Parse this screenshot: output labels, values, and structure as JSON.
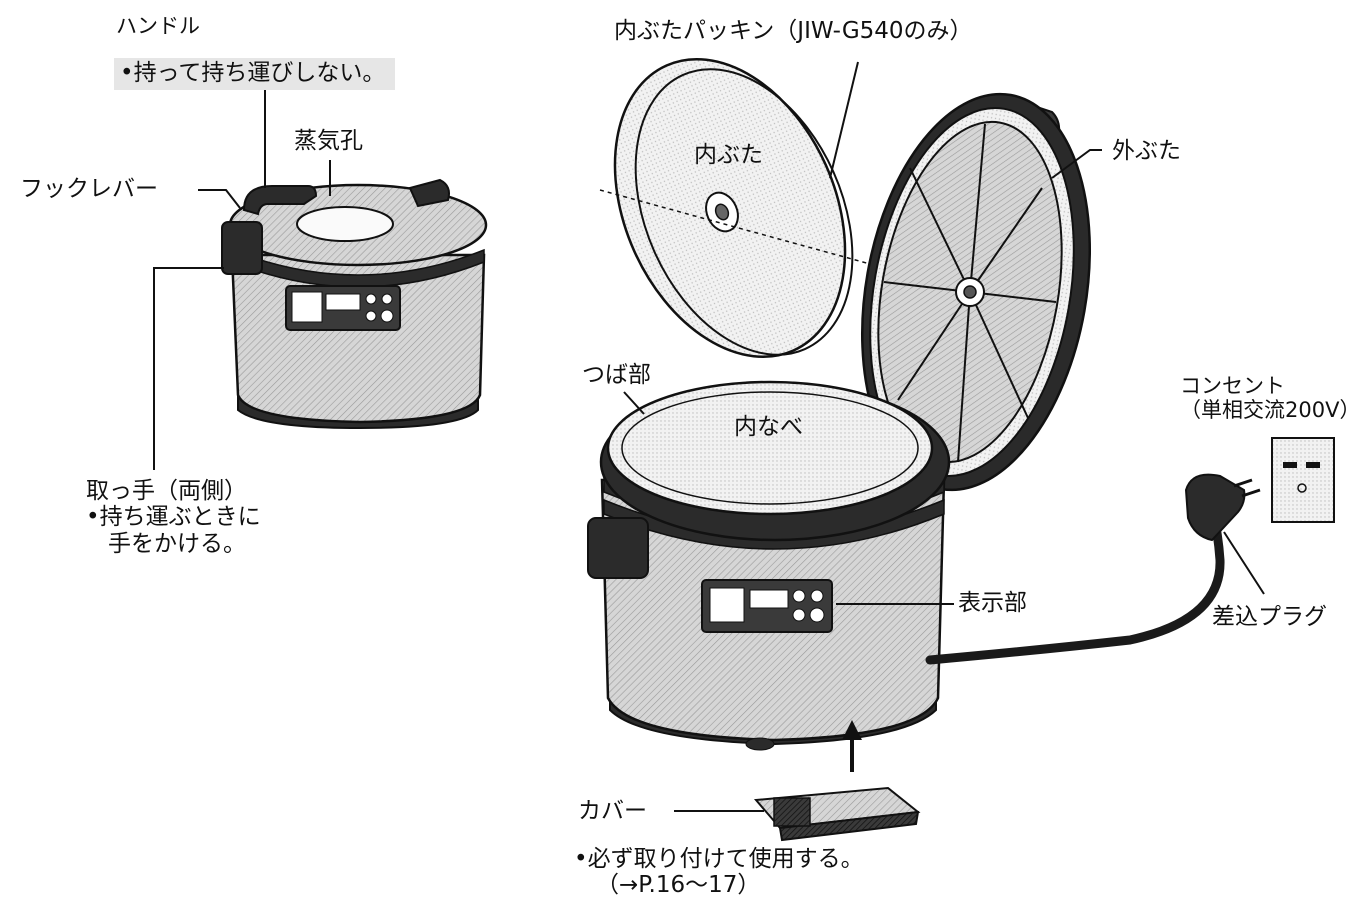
{
  "labels": {
    "handle": "ハンドル",
    "handle_note": "•持って持ち運びしない。",
    "steam_vent": "蒸気孔",
    "hook_lever": "フックレバー",
    "grip": "取っ手（両側）",
    "grip_note_1": "•持ち運ぶときに",
    "grip_note_2": "手をかける。",
    "inner_lid_packing": "内ぶたパッキン（JIW-G540のみ）",
    "inner_lid": "内ぶた",
    "outer_lid": "外ぶた",
    "flange": "つば部",
    "inner_pot": "内なべ",
    "outlet_1": "コンセント",
    "outlet_2": "（単相交流200V）",
    "display": "表示部",
    "plug": "差込プラグ",
    "cover": "カバー",
    "cover_note_1": "•必ず取り付けて使用する。",
    "cover_note_2": "（→P.16～17）"
  }
}
